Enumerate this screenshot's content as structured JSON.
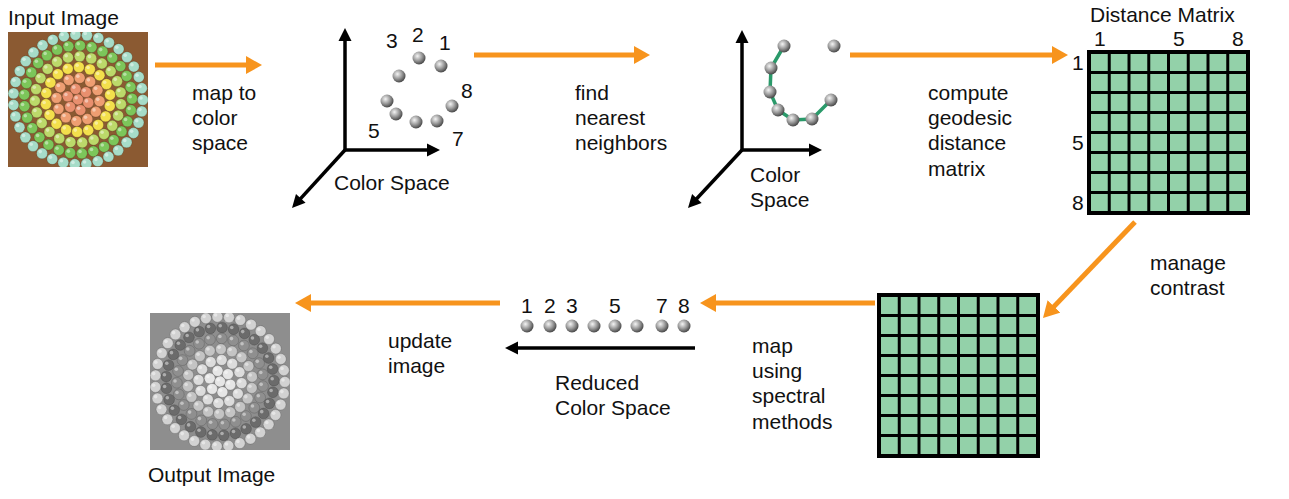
{
  "diagram": {
    "nodes": [
      {
        "text": [
          "Input Image"
        ]
      },
      {
        "text": [
          "Color Space"
        ]
      },
      {
        "text": [
          "Color Space"
        ]
      },
      {
        "text": [
          "Distance Matrix"
        ]
      },
      {
        "text": []
      },
      {
        "text": [
          "Reduced Color Space"
        ]
      },
      {
        "text": [
          "Output Image"
        ]
      }
    ],
    "edges": [
      {
        "from": 0,
        "to": 1,
        "arrow": "to",
        "label": "map to color space"
      },
      {
        "from": 1,
        "to": 2,
        "arrow": "to",
        "label": "find nearest neighbors"
      },
      {
        "from": 2,
        "to": 3,
        "arrow": "to",
        "label": "compute geodesic distance matrix"
      },
      {
        "from": 3,
        "to": 4,
        "arrow": "to",
        "label": "manage contrast"
      },
      {
        "from": 4,
        "to": 5,
        "arrow": "to",
        "label": "map using spectral methods"
      },
      {
        "from": 5,
        "to": 6,
        "arrow": "to",
        "label": "update image"
      }
    ],
    "labels": [
      "3",
      "2",
      "1",
      "8",
      "5",
      "7",
      "1",
      "5",
      "8",
      "1",
      "5",
      "8",
      "1",
      "2",
      "3",
      "5",
      "7",
      "8"
    ]
  }
}
